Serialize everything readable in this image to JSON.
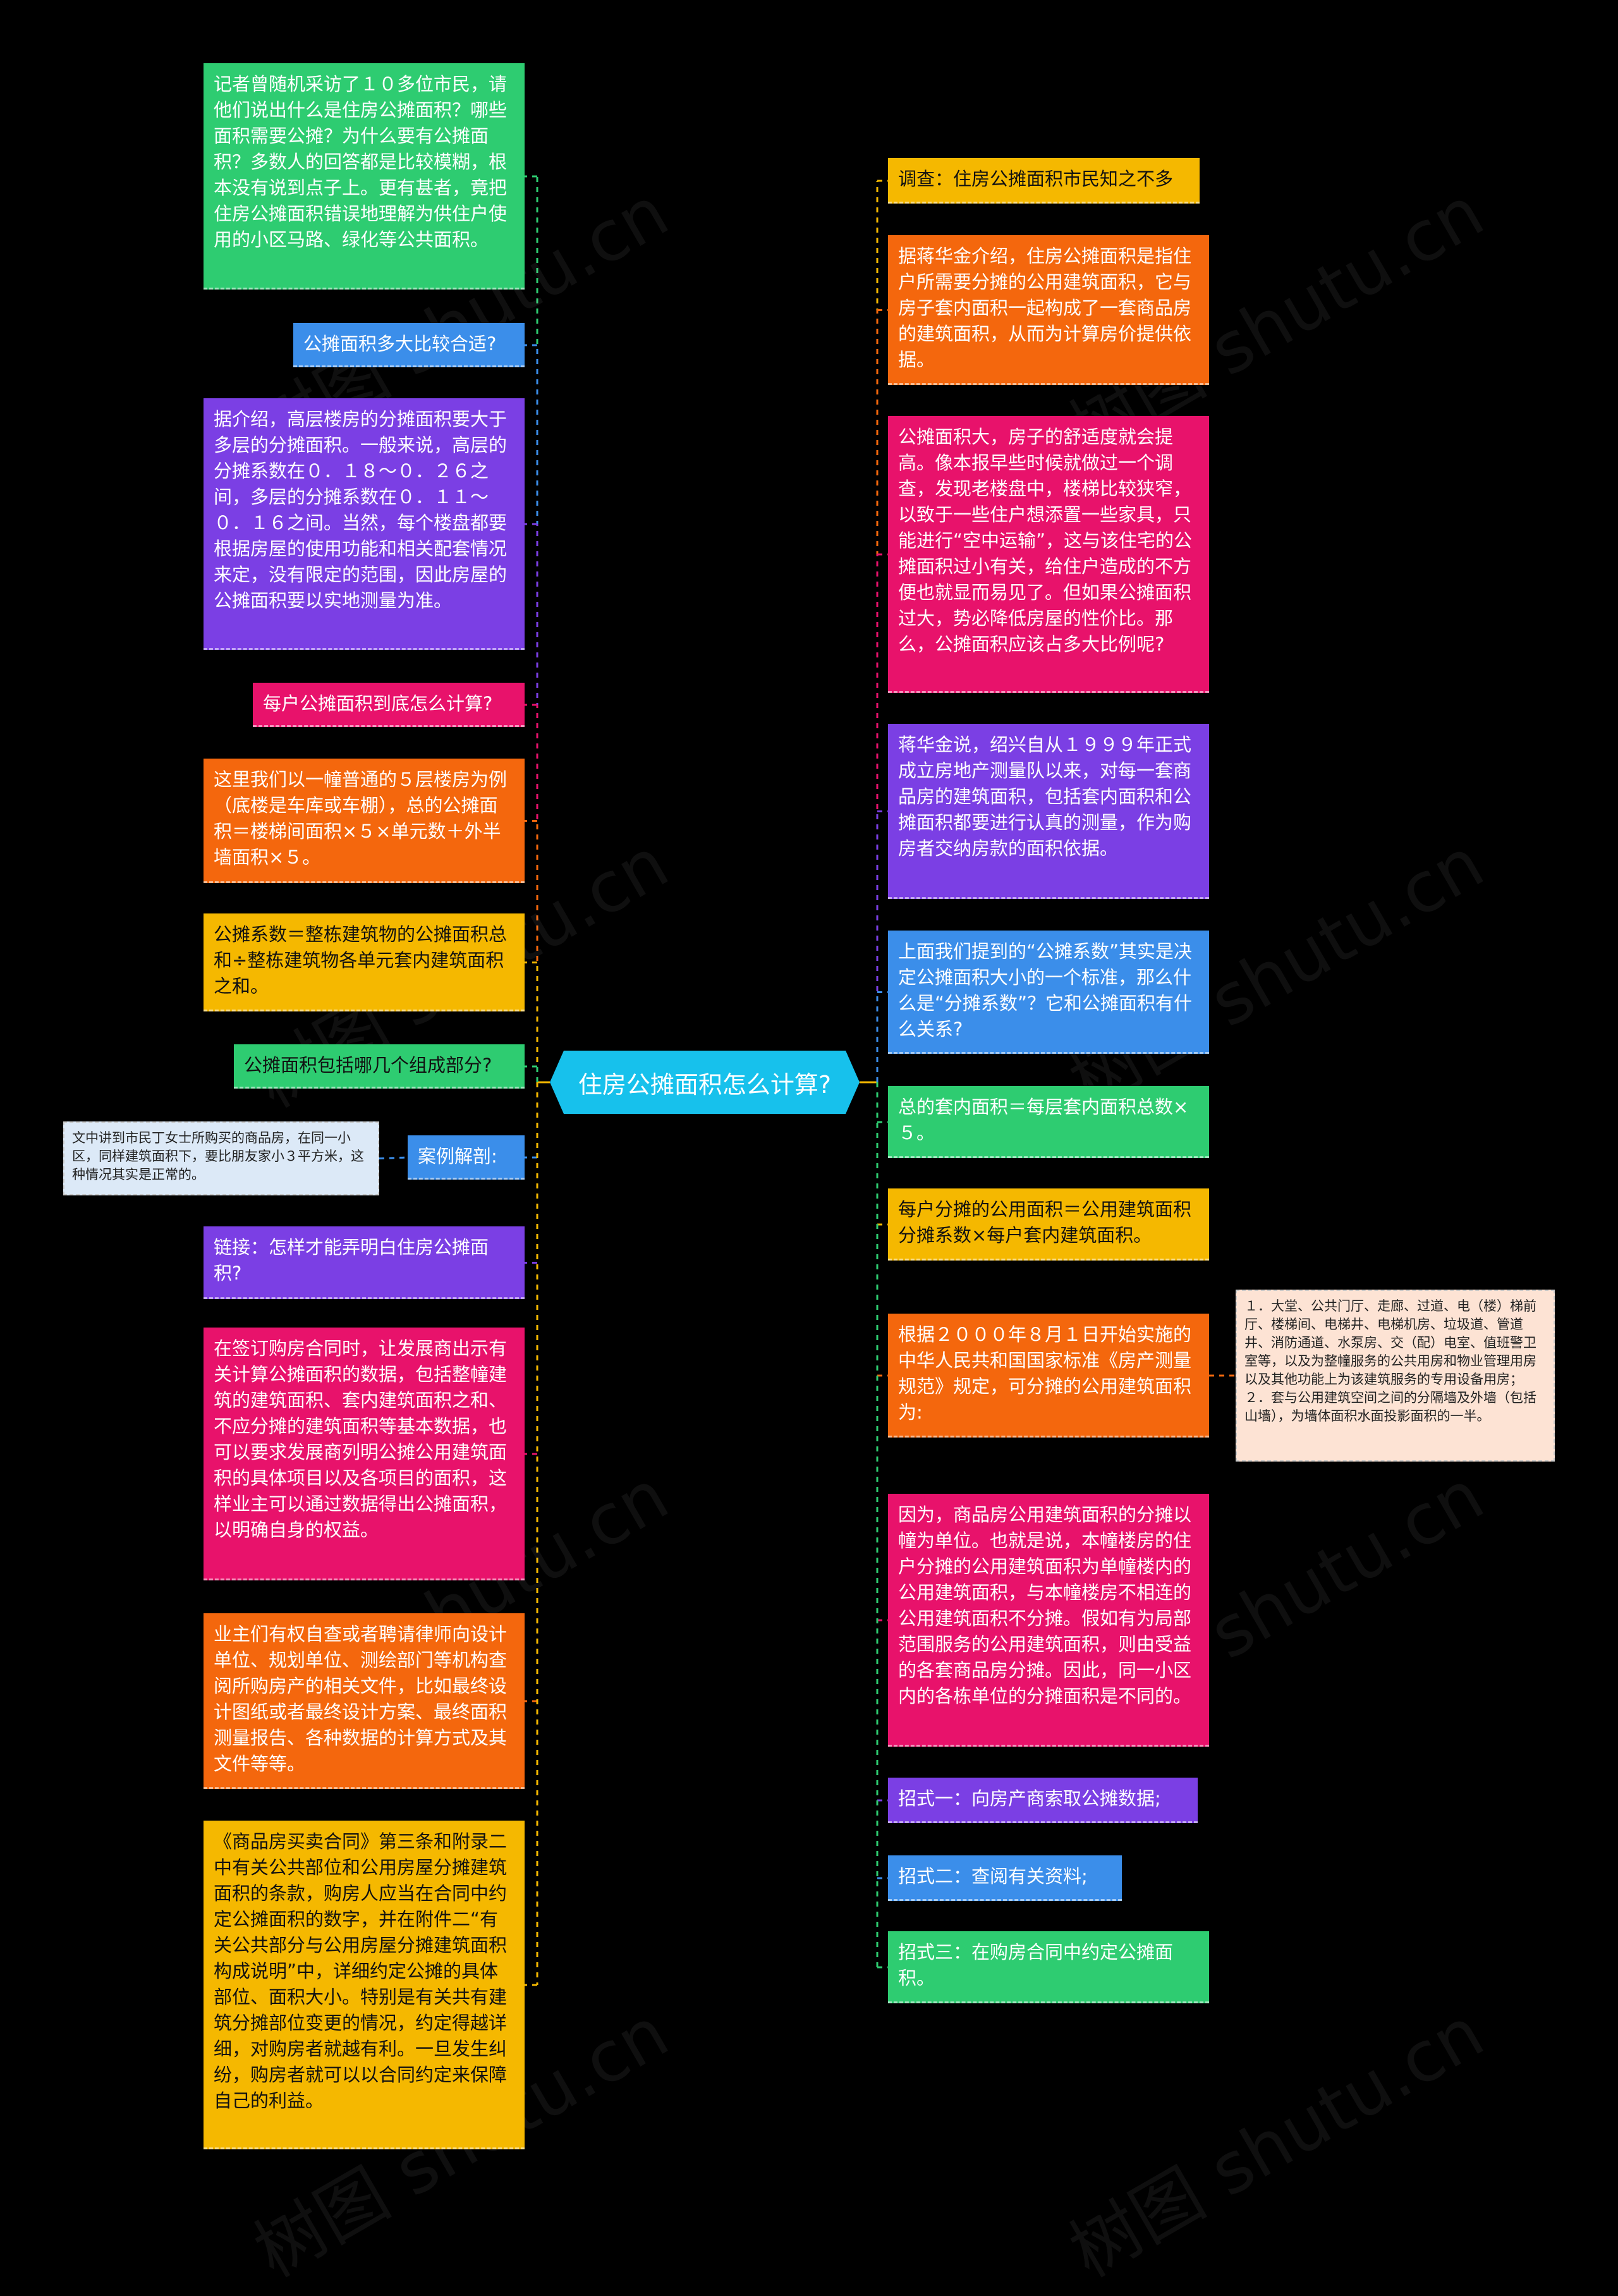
{
  "center": {
    "label": "住房公摊面积怎么计算?",
    "color": "#17c1ec"
  },
  "left_nodes": [
    {
      "id": "l1",
      "text": "记者曾随机采访了１０多位市民，请他们说出什么是住房公摊面积？哪些面积需要公摊？为什么要有公摊面积？多数人的回答都是比较模糊，根本没有说到点子上。更有甚者，竟把住房公摊面积错误地理解为供住户使用的小区马路、绿化等公共面积。",
      "color": "#2ecc71"
    },
    {
      "id": "l2",
      "text": "公摊面积多大比较合适?",
      "color": "#3b8eea"
    },
    {
      "id": "l3",
      "text": "据介绍，高层楼房的分摊面积要大于多层的分摊面积。一般来说，高层的分摊系数在０．１８～０．２６之间，多层的分摊系数在０．１１～０．１６之间。当然，每个楼盘都要根据房屋的使用功能和相关配套情况来定，没有限定的范围，因此房屋的公摊面积要以实地测量为准。",
      "color": "#7b3fe4"
    },
    {
      "id": "l4",
      "text": "每户公摊面积到底怎么计算?",
      "color": "#e8126b"
    },
    {
      "id": "l5",
      "text": "这里我们以一幢普通的５层楼房为例（底楼是车库或车棚），总的公摊面积＝楼梯间面积×５×单元数＋外半墙面积×５。",
      "color": "#f4670d"
    },
    {
      "id": "l6",
      "text": "公摊系数＝整栋建筑物的公摊面积总和÷整栋建筑物各单元套内建筑面积之和。",
      "color": "#f5b800"
    },
    {
      "id": "l7",
      "text": "公摊面积包括哪几个组成部分?",
      "color": "#2ecc71"
    },
    {
      "id": "l8",
      "text": "案例解剖:",
      "color": "#3b8eea"
    },
    {
      "id": "l9",
      "text": "链接：怎样才能弄明白住房公摊面积?",
      "color": "#7b3fe4"
    },
    {
      "id": "l10",
      "text": "在签订购房合同时，让发展商出示有关计算公摊面积的数据，包括整幢建筑的建筑面积、套内建筑面积之和、不应分摊的建筑面积等基本数据，也可以要求发展商列明公摊公用建筑面积的具体项目以及各项目的面积，这样业主可以通过数据得出公摊面积，以明确自身的权益。",
      "color": "#e8126b"
    },
    {
      "id": "l11",
      "text": "业主们有权自查或者聘请律师向设计单位、规划单位、测绘部门等机构查阅所购房产的相关文件，比如最终设计图纸或者最终设计方案、最终面积测量报告、各种数据的计算方式及其文件等等。",
      "color": "#f4670d"
    },
    {
      "id": "l12",
      "text": "《商品房买卖合同》第三条和附录二中有关公共部位和公用房屋分摊建筑面积的条款，购房人应当在合同中约定公摊面积的数字，并在附件二“有关公共部分与公用房屋分摊建筑面积构成说明”中，详细约定公摊的具体部位、面积大小。特别是有关共有建筑分摊部位变更的情况，约定得越详细，对购房者就越有利。一旦发生纠纷，购房者就可以以合同约定来保障自己的利益。",
      "color": "#f5b800"
    }
  ],
  "case_note": {
    "text": "文中讲到市民丁女士所购买的商品房，在同一小区，同样建筑面积下，要比朋友家小３平方米，这种情况其实是正常的。",
    "color": "#dce9f7"
  },
  "right_nodes": [
    {
      "id": "r1",
      "text": "调查：住房公摊面积市民知之不多",
      "color": "#f5b800"
    },
    {
      "id": "r2",
      "text": "据蒋华金介绍，住房公摊面积是指住户所需要分摊的公用建筑面积，它与房子套内面积一起构成了一套商品房的建筑面积，从而为计算房价提供依据。",
      "color": "#f4670d"
    },
    {
      "id": "r3",
      "text": "公摊面积大，房子的舒适度就会提高。像本报早些时候就做过一个调查，发现老楼盘中，楼梯比较狭窄，以致于一些住户想添置一些家具，只能进行“空中运输”，这与该住宅的公摊面积过小有关，给住户造成的不方便也就显而易见了。但如果公摊面积过大，势必降低房屋的性价比。那么，公摊面积应该占多大比例呢?",
      "color": "#e8126b"
    },
    {
      "id": "r4",
      "text": "蒋华金说，绍兴自从１９９９年正式成立房地产测量队以来，对每一套商品房的建筑面积，包括套内面积和公摊面积都要进行认真的测量，作为购房者交纳房款的面积依据。",
      "color": "#7b3fe4"
    },
    {
      "id": "r5",
      "text": "上面我们提到的“公摊系数”其实是决定公摊面积大小的一个标准，那么什么是“分摊系数”？它和公摊面积有什么关系?",
      "color": "#3b8eea"
    },
    {
      "id": "r6",
      "text": "总的套内面积＝每层套内面积总数×５。",
      "color": "#2ecc71"
    },
    {
      "id": "r7",
      "text": "每户分摊的公用面积＝公用建筑面积分摊系数×每户套内建筑面积。",
      "color": "#f5b800"
    },
    {
      "id": "r8",
      "text": "根据２０００年８月１日开始实施的中华人民共和国国家标准《房产测量规范》规定，可分摊的公用建筑面积为:",
      "color": "#f4670d"
    },
    {
      "id": "r9",
      "text": "因为，商品房公用建筑面积的分摊以幢为单位。也就是说，本幢楼房的住户分摊的公用建筑面积为单幢楼内的公用建筑面积，与本幢楼房不相连的公用建筑面积不分摊。假如有为局部范围服务的公用建筑面积，则由受益的各套商品房分摊。因此，同一小区内的各栋单位的分摊面积是不同的。",
      "color": "#e8126b"
    },
    {
      "id": "r10",
      "text": "招式一：向房产商索取公摊数据;",
      "color": "#7b3fe4"
    },
    {
      "id": "r11",
      "text": "招式二：查阅有关资料;",
      "color": "#3b8eea"
    },
    {
      "id": "r12",
      "text": "招式三：在购房合同中约定公摊面积。",
      "color": "#2ecc71"
    }
  ],
  "standard_note": {
    "text": "１．大堂、公共门厅、走廊、过道、电（楼）梯前厅、楼梯间、电梯井、电梯机房、垃圾道、管道井、消防通道、水泵房、交（配）电室、值班警卫室等，以及为整幢服务的公共用房和物业管理用房以及其他功能上为该建筑服务的专用设备用房；２．套与公用建筑空间之间的分隔墙及外墙（包括山墙），为墙体面积水面投影面积的一半。",
    "color": "#fde3d4"
  },
  "watermark": "树图 shutu.cn"
}
